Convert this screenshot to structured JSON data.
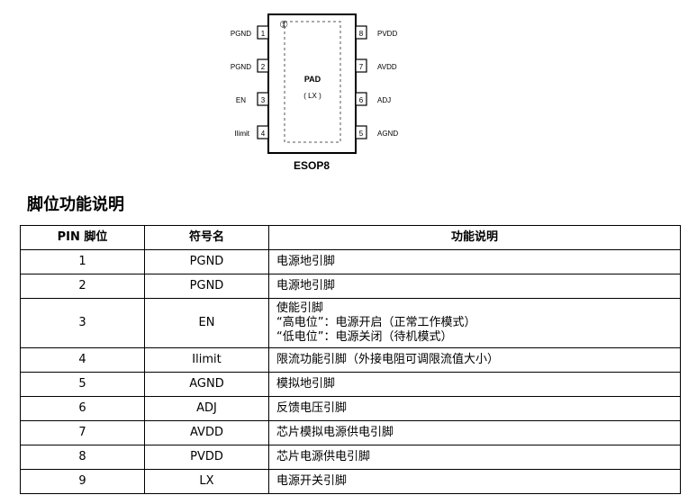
{
  "package": {
    "center_label": "PAD",
    "center_sublabel": "( LX )",
    "pin1_marker": "①",
    "name": "ESOP8",
    "left_pins": [
      {
        "number": "1",
        "label": "PGND"
      },
      {
        "number": "2",
        "label": "PGND"
      },
      {
        "number": "3",
        "label": "EN"
      },
      {
        "number": "4",
        "label": "Ilimit"
      }
    ],
    "right_pins": [
      {
        "number": "8",
        "label": "PVDD"
      },
      {
        "number": "7",
        "label": "AVDD"
      },
      {
        "number": "6",
        "label": "ADJ"
      },
      {
        "number": "5",
        "label": "AGND"
      }
    ]
  },
  "section_title": "脚位功能说明",
  "table": {
    "headers": [
      "PIN 脚位",
      "符号名",
      "功能说明"
    ],
    "rows": [
      {
        "pin": "1",
        "symbol": "PGND",
        "desc": [
          "电源地引脚"
        ]
      },
      {
        "pin": "2",
        "symbol": "PGND",
        "desc": [
          "电源地引脚"
        ]
      },
      {
        "pin": "3",
        "symbol": "EN",
        "desc": [
          "使能引脚",
          "“高电位”：电源开启（正常工作模式）",
          "“低电位”：电源关闭（待机模式）"
        ]
      },
      {
        "pin": "4",
        "symbol": "Ilimit",
        "desc": [
          "限流功能引脚（外接电阻可调限流值大小）"
        ]
      },
      {
        "pin": "5",
        "symbol": "AGND",
        "desc": [
          "模拟地引脚"
        ]
      },
      {
        "pin": "6",
        "symbol": "ADJ",
        "desc": [
          "反馈电压引脚"
        ]
      },
      {
        "pin": "7",
        "symbol": "AVDD",
        "desc": [
          "芯片模拟电源供电引脚"
        ]
      },
      {
        "pin": "8",
        "symbol": "PVDD",
        "desc": [
          "芯片电源供电引脚"
        ]
      },
      {
        "pin": "9",
        "symbol": "LX",
        "desc": [
          "电源开关引脚"
        ]
      }
    ]
  }
}
